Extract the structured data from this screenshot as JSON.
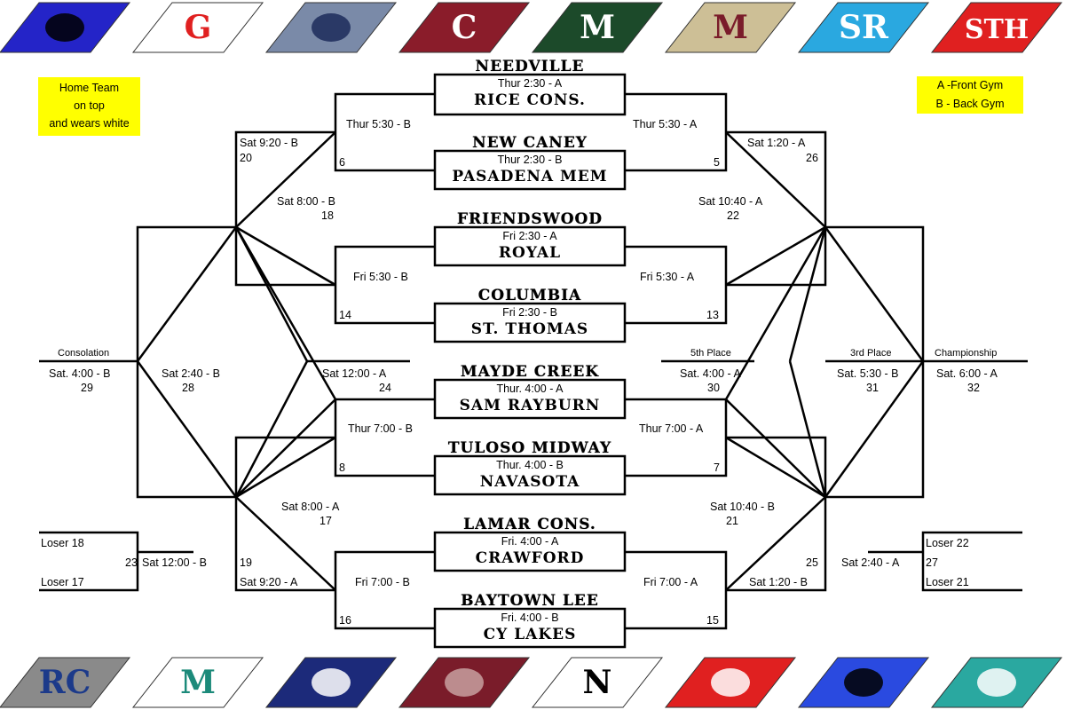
{
  "notes": {
    "home_rule": [
      "Home Team",
      "on top",
      "and wears white"
    ],
    "gyms": [
      "A -Front Gym",
      "B - Back Gym"
    ]
  },
  "logos_top": [
    {
      "name": "eagle-logo",
      "bg": "#2424c8",
      "fg": "#000000",
      "text": ""
    },
    {
      "name": "g-logo",
      "bg": "#ffffff",
      "fg": "#e02020",
      "text": "G"
    },
    {
      "name": "mustang-logo",
      "bg": "#7a8aa8",
      "fg": "#1c2a5a",
      "text": ""
    },
    {
      "name": "knight-logo",
      "bg": "#8a1c2a",
      "fg": "#ffffff",
      "text": "C"
    },
    {
      "name": "ram-logo",
      "bg": "#1c4a2a",
      "fg": "#ffffff",
      "text": "M"
    },
    {
      "name": "m-logo",
      "bg": "#cdbf96",
      "fg": "#7a1c2a",
      "text": "M"
    },
    {
      "name": "sr-logo",
      "bg": "#2aa8e0",
      "fg": "#ffffff",
      "text": "SR"
    },
    {
      "name": "sth-logo",
      "bg": "#e02020",
      "fg": "#ffffff",
      "text": "STH"
    }
  ],
  "logos_bottom": [
    {
      "name": "rc-logo",
      "bg": "#8a8a8a",
      "fg": "#1c3a8a",
      "text": "RC"
    },
    {
      "name": "mustang-m-logo",
      "bg": "#ffffff",
      "fg": "#1c8a7a",
      "text": "M"
    },
    {
      "name": "hawk-logo",
      "bg": "#1c2a7a",
      "fg": "#ffffff",
      "text": ""
    },
    {
      "name": "bird-logo",
      "bg": "#7a1c2a",
      "fg": "#c8a0a0",
      "text": ""
    },
    {
      "name": "n-logo",
      "bg": "#ffffff",
      "fg": "#000000",
      "text": "N"
    },
    {
      "name": "falcon-logo",
      "bg": "#e02020",
      "fg": "#ffffff",
      "text": ""
    },
    {
      "name": "horse-logo",
      "bg": "#2a4ae0",
      "fg": "#000000",
      "text": ""
    },
    {
      "name": "stallion-logo",
      "bg": "#2aa8a0",
      "fg": "#ffffff",
      "text": ""
    }
  ],
  "games": [
    {
      "home": "Needville",
      "away": "Rice Cons.",
      "time": "Thur 2:30 - A"
    },
    {
      "home": "New Caney",
      "away": "Pasadena Mem",
      "time": "Thur 2:30 -  B"
    },
    {
      "home": "Friendswood",
      "away": "Royal",
      "time": "Fri 2:30 -  A"
    },
    {
      "home": "Columbia",
      "away": "St. Thomas",
      "time": "Fri 2:30 -  B"
    },
    {
      "home": "Mayde Creek",
      "away": "Sam Rayburn",
      "time": "Thur. 4:00 - A"
    },
    {
      "home": "Tuloso Midway",
      "away": "Navasota",
      "time": "Thur. 4:00 - B"
    },
    {
      "home": "Lamar Cons.",
      "away": "Crawford",
      "time": "Fri. 4:00 - A"
    },
    {
      "home": "Baytown Lee",
      "away": "Cy Lakes",
      "time": "Fri. 4:00 - B"
    }
  ],
  "labels": {
    "l_thur530b": "Thur 5:30 -  B",
    "r_thur530a": "Thur 5:30  - A",
    "n6": "6",
    "n5": "5",
    "l_sat920b": "Sat 9:20 - B",
    "n20": "20",
    "r_sat120a": "Sat 1:20 - A",
    "n26": "26",
    "l_sat800b": "Sat 8:00 - B",
    "n18": "18",
    "r_sat1040a": "Sat 10:40 - A",
    "n22": "22",
    "l_fri530b": "Fri 5:30 - B",
    "r_fri530a": "Fri  5:30 - A",
    "n14": "14",
    "n13": "13",
    "consolation": "Consolation",
    "sat400b": "Sat. 4:00 -  B",
    "n29": "29",
    "sat240b": "Sat 2:40 - B",
    "n28": "28",
    "sat1200a": "Sat 12:00 - A",
    "n24": "24",
    "fifth": "5th Place",
    "sat400a": "Sat. 4:00 - A",
    "n30": "30",
    "third": "3rd Place",
    "sat530b": "Sat. 5:30 - B",
    "n31": "31",
    "championship": "Championship",
    "sat600a": "Sat. 6:00 - A",
    "n32": "32",
    "l_thur700b": "Thur 7:00 - B",
    "r_thur700a": "Thur 7:00 - A",
    "n8": "8",
    "n7": "7",
    "l_sat800a": "Sat 8:00 - A",
    "n17": "17",
    "r_sat1040b": "Sat 10:40 - B",
    "n21": "21",
    "loser18": "Loser 18",
    "loser17": "Loser 17",
    "n23": "23",
    "sat1200b": "Sat 12:00 - B",
    "n19": "19",
    "l_sat920a": "Sat 9:20 - A",
    "n25": "25",
    "r_sat120b": "Sat 1:20 - B",
    "loser22": "Loser 22",
    "loser21": "Loser  21",
    "n27": "27",
    "sat240a": "Sat 2:40 - A",
    "l_fri700b": "Fri 7:00 - B",
    "r_fri700a": "Fri 7:00 - A",
    "n16": "16",
    "n15": "15"
  }
}
